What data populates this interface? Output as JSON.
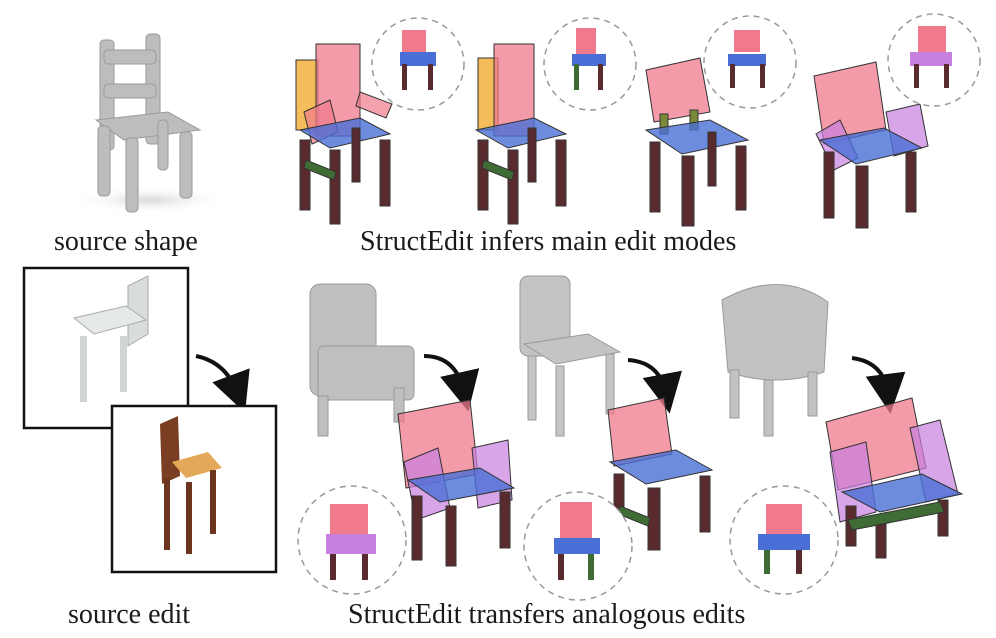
{
  "captions": {
    "source_shape": "source shape",
    "infers": "StructEdit infers main edit modes",
    "source_edit": "source edit",
    "transfers": "StructEdit transfers analogous edits"
  },
  "colors": {
    "back_part": "#f07a8c",
    "seat_part": "#4a6fd6",
    "leg_part": "#5a2b2e",
    "rail_part": "#3f6b35",
    "arm_part": "#c77fe0",
    "side_frame": "#f0a623",
    "gray_shape": "#bdbdbd"
  }
}
